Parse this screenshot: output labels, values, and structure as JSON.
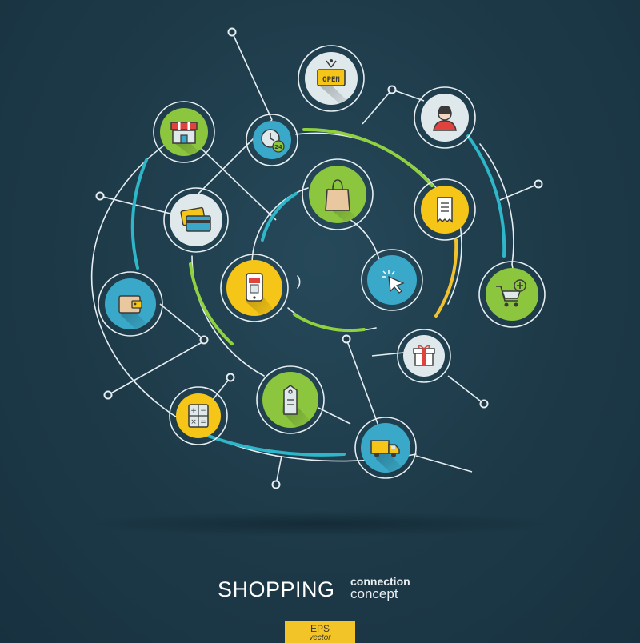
{
  "title": "SHOPPING",
  "subtitle_line1": "connection",
  "subtitle_line2": "concept",
  "badge_line1": "EPS",
  "badge_line2": "vector",
  "open_sign_text": "OPEN",
  "clock_badge_text": "24",
  "colors": {
    "background": "#1f3b4a",
    "line": "#e6eef2",
    "arc_green": "#8fd13f",
    "arc_blue": "#2eb6c9",
    "arc_yellow": "#f2c12e",
    "node_green": "#8cc63f",
    "node_blue": "#3aa8c8",
    "node_yellow": "#f5c518",
    "node_light": "#dfe9ec",
    "badge": "#f3c428"
  },
  "nodes": [
    {
      "name": "open-sign-node",
      "icon": "open-sign-icon",
      "color": "node_light"
    },
    {
      "name": "support-node",
      "icon": "customer-support-icon",
      "color": "node_light"
    },
    {
      "name": "store-node",
      "icon": "store-icon",
      "color": "node_green"
    },
    {
      "name": "clock-24-node",
      "icon": "clock-24-icon",
      "color": "node_blue"
    },
    {
      "name": "shopping-bag-node",
      "icon": "shopping-bag-icon",
      "color": "node_green"
    },
    {
      "name": "receipt-node",
      "icon": "receipt-icon",
      "color": "node_yellow"
    },
    {
      "name": "credit-card-node",
      "icon": "credit-card-icon",
      "color": "node_light"
    },
    {
      "name": "mobile-shop-node",
      "icon": "mobile-shop-icon",
      "color": "node_yellow"
    },
    {
      "name": "cursor-node",
      "icon": "cursor-click-icon",
      "color": "node_blue"
    },
    {
      "name": "add-to-cart-node",
      "icon": "add-to-cart-icon",
      "color": "node_green"
    },
    {
      "name": "wallet-node",
      "icon": "wallet-icon",
      "color": "node_blue"
    },
    {
      "name": "gift-node",
      "icon": "gift-icon",
      "color": "node_light"
    },
    {
      "name": "price-tag-node",
      "icon": "price-tag-icon",
      "color": "node_green"
    },
    {
      "name": "calculator-node",
      "icon": "calculator-icon",
      "color": "node_yellow"
    },
    {
      "name": "delivery-truck-node",
      "icon": "delivery-truck-icon",
      "color": "node_blue"
    }
  ]
}
